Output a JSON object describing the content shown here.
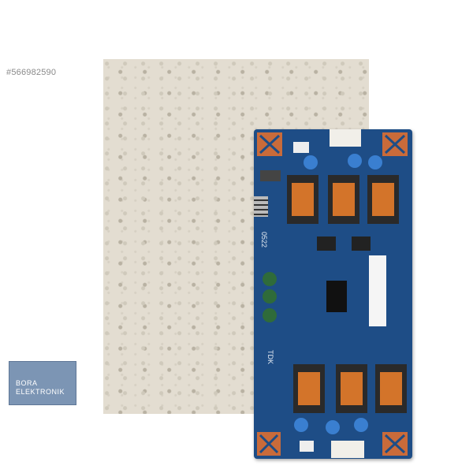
{
  "listing_id": "#566982590",
  "photo": {
    "subject": "lcd-inverter-circuit-board",
    "board_texts": {
      "brand": "TDK",
      "code": "0522"
    }
  },
  "logo": {
    "line1": "BORA",
    "line2": "ELEKTRONIK"
  }
}
